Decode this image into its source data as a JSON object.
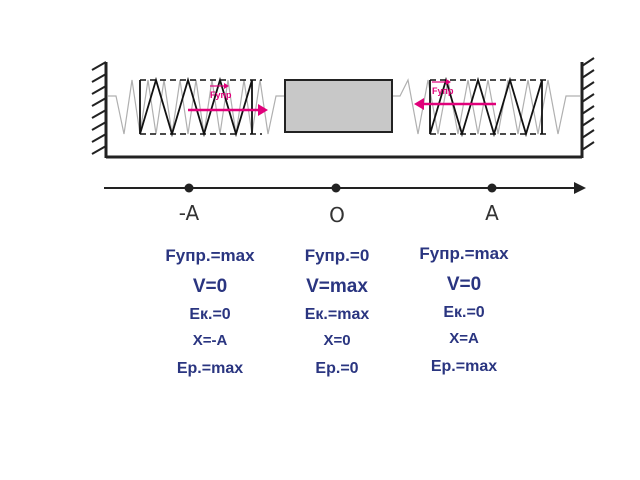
{
  "axis": {
    "left_label": "-A",
    "center_label": "O",
    "right_label": "A"
  },
  "force_label": "Fупр",
  "colors": {
    "force_arrow": "#e0007a",
    "text": "#2a3580",
    "mass_fill": "#c8c8c8"
  },
  "columns": [
    {
      "force": "Fупр.=max",
      "velocity": "V=0",
      "kinetic": "Eк.=0",
      "position": "X=-A",
      "potential": "Ep.=max"
    },
    {
      "force": "Fупр.=0",
      "velocity": "V=max",
      "kinetic": "Eк.=max",
      "position": "X=0",
      "potential": "Ep.=0"
    },
    {
      "force": "Fупр.=max",
      "velocity": "V=0",
      "kinetic": "Eк.=0",
      "position": "X=A",
      "potential": "Ep.=max"
    }
  ]
}
